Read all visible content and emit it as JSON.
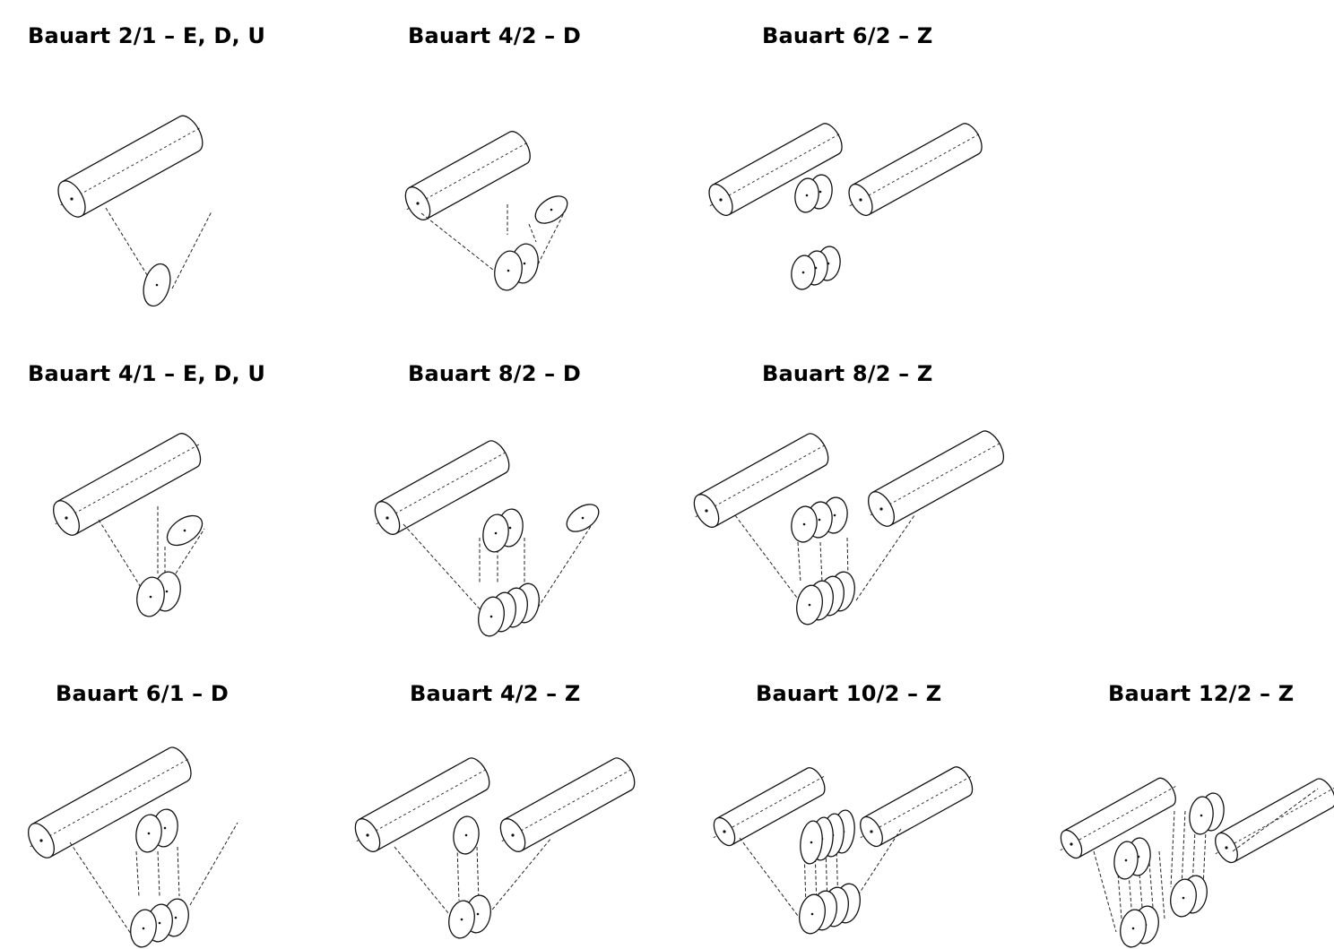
{
  "diagrams": [
    {
      "label": "Bauart 2/1 – E, D, U"
    },
    {
      "label": "Bauart 4/2 – D"
    },
    {
      "label": "Bauart 6/2 – Z"
    },
    {
      "label": "Bauart 4/1 – E, D, U"
    },
    {
      "label": "Bauart 8/2 – D"
    },
    {
      "label": "Bauart 8/2 – Z"
    },
    {
      "label": "Bauart 6/1 – D"
    },
    {
      "label": "Bauart 4/2 – Z"
    },
    {
      "label": "Bauart 10/2 – Z"
    },
    {
      "label": "Bauart 12/2 – Z"
    }
  ],
  "style": {
    "line_color": "#111111",
    "background": "#ffffff"
  }
}
